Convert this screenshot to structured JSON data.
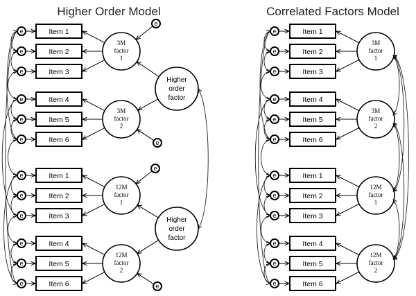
{
  "panels": [
    {
      "title": "Higher Order Model",
      "error_label": "e",
      "groups": [
        {
          "items": [
            "Item 1",
            "Item 2",
            "Item 3"
          ],
          "factor": [
            "3M",
            "factor",
            "1"
          ],
          "factor_has_error": true
        },
        {
          "items": [
            "Item 4",
            "Item 5",
            "Item 6"
          ],
          "factor": [
            "3M",
            "factor",
            "2"
          ],
          "factor_has_error": true
        },
        {
          "items": [
            "Item 1",
            "Item 2",
            "Item 3"
          ],
          "factor": [
            "12M",
            "factor",
            "1"
          ],
          "factor_has_error": true
        },
        {
          "items": [
            "Item 4",
            "Item 5",
            "Item 6"
          ],
          "factor": [
            "12M",
            "factor",
            "2"
          ],
          "factor_has_error": true
        }
      ],
      "higher_factors": [
        {
          "label": [
            "Higher",
            "order",
            "factor"
          ],
          "children": [
            0,
            1
          ]
        },
        {
          "label": [
            "Higher",
            "order",
            "factor"
          ],
          "children": [
            2,
            3
          ]
        }
      ]
    },
    {
      "title": "Correlated Factors Model",
      "error_label": "e",
      "groups": [
        {
          "items": [
            "Item 1",
            "Item 2",
            "Item 3"
          ],
          "factor": [
            "3M",
            "factor",
            "1"
          ],
          "factor_has_error": false
        },
        {
          "items": [
            "Item 4",
            "Item 5",
            "Item 6"
          ],
          "factor": [
            "3M",
            "factor",
            "2"
          ],
          "factor_has_error": false
        },
        {
          "items": [
            "Item 1",
            "Item 2",
            "Item 3"
          ],
          "factor": [
            "12M",
            "factor",
            "1"
          ],
          "factor_has_error": false
        },
        {
          "items": [
            "Item 4",
            "Item 5",
            "Item 6"
          ],
          "factor": [
            "12M",
            "factor",
            "2"
          ],
          "factor_has_error": false
        }
      ],
      "higher_factors": []
    }
  ]
}
